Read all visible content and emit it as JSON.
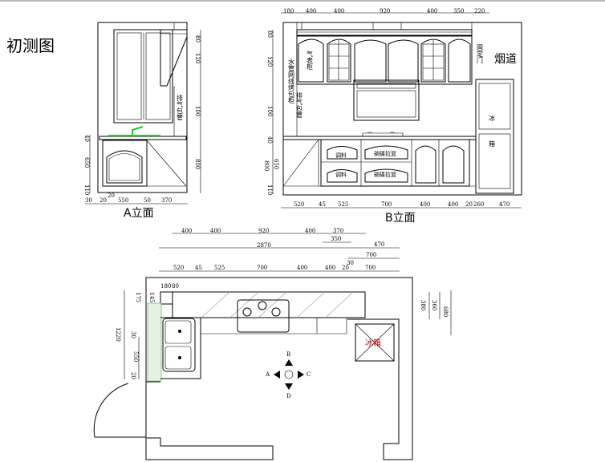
{
  "title": "初测图",
  "elevation_a": {
    "label": "A立面",
    "pipe_label": "排气包管",
    "dims_right": [
      "80",
      "120",
      "100",
      "800"
    ],
    "dims_left": [
      "40",
      "650",
      "110"
    ],
    "dims_bottom": [
      "30",
      "20",
      "20",
      "550",
      "50",
      "370"
    ]
  },
  "elevation_b": {
    "label": "B立面",
    "dims_top": [
      "180",
      "400",
      "400",
      "920",
      "400",
      "350",
      "220"
    ],
    "dims_left": [
      "80",
      "120",
      "100",
      "40",
      "650",
      "800",
      "110"
    ],
    "dims_bottom": [
      "520",
      "45",
      "525",
      "700",
      "400",
      "400",
      "20",
      "260",
      "470"
    ],
    "meter_cabinet": "气表柜",
    "utility_cabinet": "水管网线烤包柜",
    "pipe_label": "排气包管",
    "fixed_door": "固定门",
    "flue": "烟道",
    "fridge_top": "冰",
    "fridge_bottom": "箱",
    "drawers": [
      "调料",
      "碗碟拉篮",
      "调料",
      "碗碟拉篮"
    ]
  },
  "plan": {
    "dims_row1": [
      "400",
      "400",
      "920",
      "400",
      "370"
    ],
    "dims_row2": [
      "350"
    ],
    "dims_row3": [
      "2870",
      "470"
    ],
    "dims_row4": [
      "700"
    ],
    "dims_row5": [
      "520",
      "45",
      "525",
      "700",
      "400",
      "400",
      "20",
      "700"
    ],
    "dim_30": "30",
    "dims_corner": [
      "180",
      "80"
    ],
    "dims_corner_v": [
      "145",
      "175"
    ],
    "dims_left": [
      "1220",
      "30",
      "550",
      "20"
    ],
    "dims_right": [
      "380",
      "360",
      "680"
    ],
    "fridge_label": "冰箱",
    "fridge_color": "#c00000",
    "compass": {
      "north": "B",
      "west": "A",
      "east": "C",
      "south": "D"
    }
  }
}
